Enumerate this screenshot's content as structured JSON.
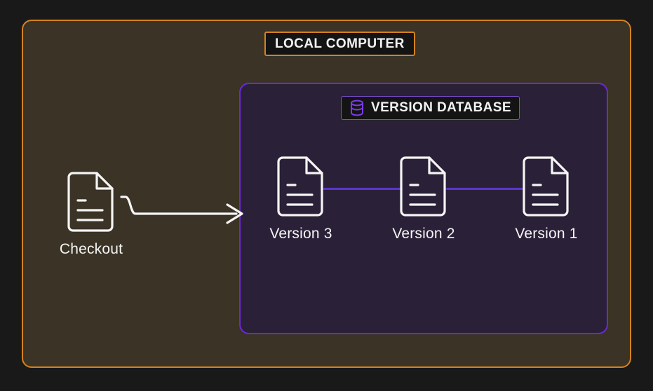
{
  "diagram": {
    "title": "Version control local computer and version database diagram",
    "outer_container": {
      "label": "LOCAL COMPUTER",
      "border_color": "#d4821f",
      "fill_color": "#3a3326"
    },
    "inner_container": {
      "label": "VERSION DATABASE",
      "icon": "database-icon",
      "border_color": "#6d28d9",
      "fill_color": "#2a2138"
    },
    "background_color": "#191919",
    "connector_color": "#5b35cc",
    "stroke_color": "#f5f5f5",
    "nodes": [
      {
        "id": "checkout",
        "label": "Checkout",
        "icon": "file-icon"
      },
      {
        "id": "version-3",
        "label": "Version 3",
        "icon": "file-icon"
      },
      {
        "id": "version-2",
        "label": "Version 2",
        "icon": "file-icon"
      },
      {
        "id": "version-1",
        "label": "Version 1",
        "icon": "file-icon"
      }
    ],
    "connectors": [
      {
        "from": "version-3",
        "to": "version-2",
        "style": "line"
      },
      {
        "from": "version-2",
        "to": "version-1",
        "style": "line"
      },
      {
        "from": "checkout",
        "to": "version-3",
        "style": "arrow"
      }
    ]
  }
}
